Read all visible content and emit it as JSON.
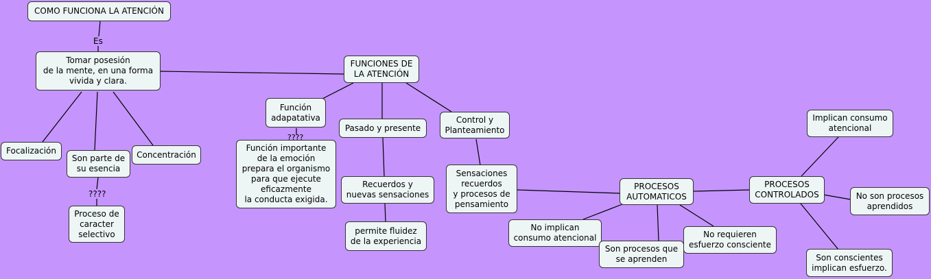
{
  "nodes": {
    "root": "COMO FUNCIONA LA ATENCIÓN",
    "tomar": "Tomar posesión\nde la mente, en una forma\nvivida y clara.",
    "funciones": "FUNCIONES DE\nLA ATENCIÓN",
    "focalizacion": "Focalización",
    "son_parte": "Son parte de\nsu esencia",
    "concentracion": "Concentración",
    "proceso_selectivo": "Proceso de\ncaracter\nselectivo",
    "funcion_adaptativa": "Función\nadapatativa",
    "funcion_importante": "Función importante\nde la emoción\nprepara el organismo\npara que ejecute\neficazmente\nla conducta exigida.",
    "pasado": "Pasado y presente",
    "recuerdos": "Recuerdos y\nnuevas sensaciones",
    "fluidez": "permite fluidez\nde la experiencia",
    "control": "Control y\nPlanteamiento",
    "sensaciones": "Sensaciones\nrecuerdos\ny procesos de\npensamiento",
    "automaticos": "PROCESOS\nAUTOMATICOS",
    "no_implican": "No implican\nconsumo atencional",
    "se_aprenden": "Son procesos que\nse aprenden",
    "no_requieren": "No requieren\nesfuerzo consciente",
    "controlados": "PROCESOS\nCONTROLADOS",
    "implican": "Implican consumo\natencional",
    "no_aprendidos": "No son procesos\naprendidos",
    "conscientes": "Son conscientes\nimplican esfuerzo."
  },
  "labels": {
    "es": "Es",
    "q1": "????",
    "q2": "????"
  }
}
